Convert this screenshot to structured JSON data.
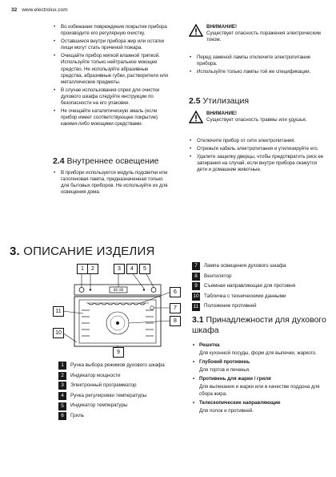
{
  "header": {
    "page_number": "32",
    "site": "www.electrolux.com"
  },
  "left_bullets_top": [
    "Во избежание повреждения покрытия прибора производите его регулярную очистку.",
    "Оставшиеся внутри прибора жир или остатки пищи могут стать причиной пожара.",
    "Очищайте прибор мягкой влажной тряпкой. Используйте только нейтральное моющее средство. Не используйте абразивные средства, абразивные губки, растворители или металлические предметы.",
    "В случае использования спрея для очистки духового шкафа следуйте инструкции по безопасности на его упаковке.",
    "Не очищайте каталитическую эмаль (если прибор имеет соответствующее покрытие) какими-либо моющими средствами."
  ],
  "section_2_4": {
    "number": "2.4",
    "title": "Внутреннее освещение",
    "bullets": [
      "В приборе используется модуль подсветки или галогеновая лампа, предназначенная только для бытовых приборов. Не используйте их для освещения дома."
    ]
  },
  "right_warning_1": {
    "title": "ВНИМАНИЕ!",
    "text": "Существует опасность поражения электрическим током."
  },
  "right_bullets_top": [
    "Перед заменой лампы отключите электропитание прибора.",
    "Используйте только лампы той же спецификации."
  ],
  "section_2_5": {
    "number": "2.5",
    "title": "Утилизация",
    "warning": {
      "title": "ВНИМАНИЕ!",
      "text": "Существует опасность травмы или удушья."
    },
    "bullets": [
      "Отключите прибор от сети электропитания.",
      "Отрежьте кабель электропитания и утилизируйте его.",
      "Удалите защелку дверцы, чтобы предотвратить риск ее запирания на случай, если внутри прибора окажутся дети и домашние животные."
    ]
  },
  "section_3": {
    "number": "3.",
    "title": "ОПИСАНИЕ ИЗДЕЛИЯ"
  },
  "diagram_labels": {
    "top": [
      "1",
      "2",
      "3",
      "4",
      "5"
    ],
    "left": [
      "11",
      "10"
    ],
    "right": [
      "6",
      "7",
      "8"
    ],
    "bottom": "9",
    "display": "88:88"
  },
  "legend_left": [
    {
      "num": "1",
      "text": "Ручка выбора режимов духового шкафа"
    },
    {
      "num": "2",
      "text": "Индикатор мощности"
    },
    {
      "num": "3",
      "text": "Электронный программатор"
    },
    {
      "num": "4",
      "text": "Ручка регулировки температуры"
    },
    {
      "num": "5",
      "text": "Индикатор температуры"
    },
    {
      "num": "6",
      "text": "Гриль"
    }
  ],
  "legend_right": [
    {
      "num": "7",
      "text": "Лампа освещения духового шкафа"
    },
    {
      "num": "8",
      "text": "Вентилятор"
    },
    {
      "num": "9",
      "text": "Съемная направляющая для противня"
    },
    {
      "num": "10",
      "text": "Табличка с техническими данными"
    },
    {
      "num": "11",
      "text": "Положение противней"
    }
  ],
  "section_3_1": {
    "number": "3.1",
    "title": "Принадлежности для духового шкафа",
    "items": [
      {
        "name": "Решетка",
        "desc": "Для кухонной посуды, форм для выпечки, жаркого."
      },
      {
        "name": "Глубокий противень",
        "desc": "Для тортов и печенья."
      },
      {
        "name": "Противень для жарки / гриля",
        "desc": "Для выпекания и жарки или в качестве поддона для сбора жира."
      },
      {
        "name": "Телескопические направляющие",
        "desc": "Для полок и противней."
      }
    ]
  }
}
